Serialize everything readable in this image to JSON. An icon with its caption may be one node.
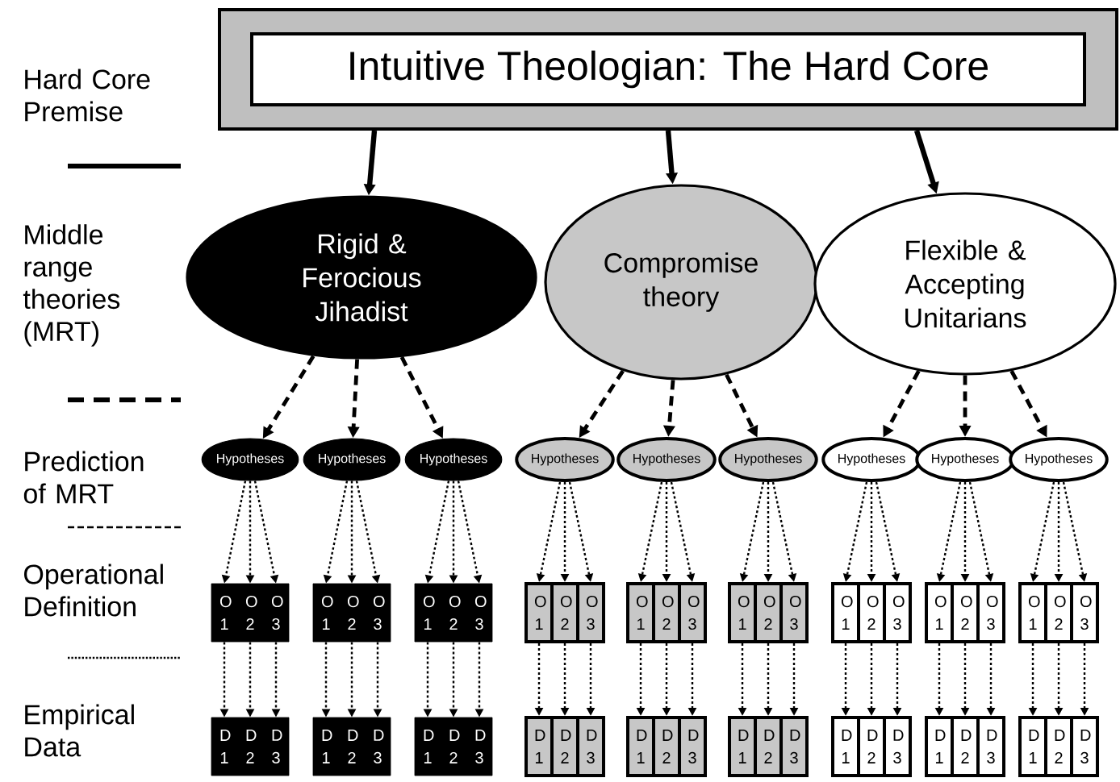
{
  "diagram": {
    "nodes": [
      {
        "text": [
          "Intuitive Theologian: The Hard Core"
        ]
      },
      {
        "text": [
          "Rigid & Ferocious Jihadist"
        ]
      },
      {
        "text": [
          "Compromise theory"
        ]
      },
      {
        "text": [
          "Flexible & Accepting Unitarians"
        ]
      },
      {
        "text": [
          "Hypotheses"
        ]
      },
      {
        "text": [
          "Hypotheses"
        ]
      },
      {
        "text": [
          "Hypotheses"
        ]
      },
      {
        "text": [
          "Hypotheses"
        ]
      },
      {
        "text": [
          "Hypotheses"
        ]
      },
      {
        "text": [
          "Hypotheses"
        ]
      },
      {
        "text": [
          "Hypotheses"
        ]
      },
      {
        "text": [
          "Hypotheses"
        ]
      },
      {
        "text": [
          "Hypotheses"
        ]
      },
      {
        "text": [
          "O 1"
        ]
      },
      {
        "text": [
          "O 2"
        ]
      },
      {
        "text": [
          "O 3"
        ]
      },
      {
        "text": [
          "O 1"
        ]
      },
      {
        "text": [
          "O 2"
        ]
      },
      {
        "text": [
          "O 3"
        ]
      },
      {
        "text": [
          "O 1"
        ]
      },
      {
        "text": [
          "O 2"
        ]
      },
      {
        "text": [
          "O 3"
        ]
      },
      {
        "text": [
          "O 1"
        ]
      },
      {
        "text": [
          "O 2"
        ]
      },
      {
        "text": [
          "O 3"
        ]
      },
      {
        "text": [
          "O 1"
        ]
      },
      {
        "text": [
          "O 2"
        ]
      },
      {
        "text": [
          "O 3"
        ]
      },
      {
        "text": [
          "O 1"
        ]
      },
      {
        "text": [
          "O 2"
        ]
      },
      {
        "text": [
          "O 3"
        ]
      },
      {
        "text": [
          "O 1"
        ]
      },
      {
        "text": [
          "O 2"
        ]
      },
      {
        "text": [
          "O 3"
        ]
      },
      {
        "text": [
          "O 1"
        ]
      },
      {
        "text": [
          "O 2"
        ]
      },
      {
        "text": [
          "O 3"
        ]
      },
      {
        "text": [
          "O 1"
        ]
      },
      {
        "text": [
          "O 2"
        ]
      },
      {
        "text": [
          "O 3"
        ]
      },
      {
        "text": [
          "D 1"
        ]
      },
      {
        "text": [
          "D 2"
        ]
      },
      {
        "text": [
          "D 3"
        ]
      },
      {
        "text": [
          "D 1"
        ]
      },
      {
        "text": [
          "D 2"
        ]
      },
      {
        "text": [
          "D 3"
        ]
      },
      {
        "text": [
          "D 1"
        ]
      },
      {
        "text": [
          "D 2"
        ]
      },
      {
        "text": [
          "D 3"
        ]
      },
      {
        "text": [
          "D 1"
        ]
      },
      {
        "text": [
          "D 2"
        ]
      },
      {
        "text": [
          "D 3"
        ]
      },
      {
        "text": [
          "D 1"
        ]
      },
      {
        "text": [
          "D 2"
        ]
      },
      {
        "text": [
          "D 3"
        ]
      },
      {
        "text": [
          "D 1"
        ]
      },
      {
        "text": [
          "D 2"
        ]
      },
      {
        "text": [
          "D 3"
        ]
      },
      {
        "text": [
          "D 1"
        ]
      },
      {
        "text": [
          "D 2"
        ]
      },
      {
        "text": [
          "D 3"
        ]
      },
      {
        "text": [
          "D 1"
        ]
      },
      {
        "text": [
          "D 2"
        ]
      },
      {
        "text": [
          "D 3"
        ]
      },
      {
        "text": [
          "D 1"
        ]
      },
      {
        "text": [
          "D 2"
        ]
      },
      {
        "text": [
          "D 3"
        ]
      }
    ],
    "edges": [
      {
        "from": 0,
        "to": 1,
        "arrow": "to",
        "style": "thick"
      },
      {
        "from": 0,
        "to": 2,
        "arrow": "to",
        "style": "thick"
      },
      {
        "from": 0,
        "to": 3,
        "arrow": "to",
        "style": "thick"
      },
      {
        "from": 1,
        "to": 4,
        "arrow": "to",
        "style": "dashed"
      },
      {
        "from": 1,
        "to": 5,
        "arrow": "to",
        "style": "dashed"
      },
      {
        "from": 1,
        "to": 6,
        "arrow": "to",
        "style": "dashed"
      },
      {
        "from": 2,
        "to": 7,
        "arrow": "to",
        "style": "dashed"
      },
      {
        "from": 2,
        "to": 8,
        "arrow": "to",
        "style": "dashed"
      },
      {
        "from": 2,
        "to": 9,
        "arrow": "to",
        "style": "dashed"
      },
      {
        "from": 3,
        "to": 10,
        "arrow": "to",
        "style": "dashed"
      },
      {
        "from": 3,
        "to": 11,
        "arrow": "to",
        "style": "dashed"
      },
      {
        "from": 3,
        "to": 12,
        "arrow": "to",
        "style": "dashed"
      },
      {
        "from": 4,
        "to": 13,
        "arrow": "to",
        "style": "dashed"
      },
      {
        "from": 4,
        "to": 14,
        "arrow": "to",
        "style": "dashed"
      },
      {
        "from": 4,
        "to": 15,
        "arrow": "to",
        "style": "dashed"
      },
      {
        "from": 5,
        "to": 16,
        "arrow": "to",
        "style": "dashed"
      },
      {
        "from": 5,
        "to": 17,
        "arrow": "to",
        "style": "dashed"
      },
      {
        "from": 5,
        "to": 18,
        "arrow": "to",
        "style": "dashed"
      },
      {
        "from": 6,
        "to": 19,
        "arrow": "to",
        "style": "dashed"
      },
      {
        "from": 6,
        "to": 20,
        "arrow": "to",
        "style": "dashed"
      },
      {
        "from": 6,
        "to": 21,
        "arrow": "to",
        "style": "dashed"
      },
      {
        "from": 7,
        "to": 22,
        "arrow": "to",
        "style": "dashed"
      },
      {
        "from": 7,
        "to": 23,
        "arrow": "to",
        "style": "dashed"
      },
      {
        "from": 7,
        "to": 24,
        "arrow": "to",
        "style": "dashed"
      },
      {
        "from": 8,
        "to": 25,
        "arrow": "to",
        "style": "dashed"
      },
      {
        "from": 8,
        "to": 26,
        "arrow": "to",
        "style": "dashed"
      },
      {
        "from": 8,
        "to": 27,
        "arrow": "to",
        "style": "dashed"
      },
      {
        "from": 9,
        "to": 28,
        "arrow": "to",
        "style": "dashed"
      },
      {
        "from": 9,
        "to": 29,
        "arrow": "to",
        "style": "dashed"
      },
      {
        "from": 9,
        "to": 30,
        "arrow": "to",
        "style": "dashed"
      },
      {
        "from": 10,
        "to": 31,
        "arrow": "to",
        "style": "dashed"
      },
      {
        "from": 10,
        "to": 32,
        "arrow": "to",
        "style": "dashed"
      },
      {
        "from": 10,
        "to": 33,
        "arrow": "to",
        "style": "dashed"
      },
      {
        "from": 11,
        "to": 34,
        "arrow": "to",
        "style": "dashed"
      },
      {
        "from": 11,
        "to": 35,
        "arrow": "to",
        "style": "dashed"
      },
      {
        "from": 11,
        "to": 36,
        "arrow": "to",
        "style": "dashed"
      },
      {
        "from": 12,
        "to": 37,
        "arrow": "to",
        "style": "dashed"
      },
      {
        "from": 12,
        "to": 38,
        "arrow": "to",
        "style": "dashed"
      },
      {
        "from": 12,
        "to": 39,
        "arrow": "to",
        "style": "dashed"
      },
      {
        "from": 13,
        "to": 40,
        "arrow": "to",
        "style": "dashed"
      },
      {
        "from": 14,
        "to": 41,
        "arrow": "to",
        "style": "dashed"
      },
      {
        "from": 15,
        "to": 42,
        "arrow": "to",
        "style": "dashed"
      },
      {
        "from": 16,
        "to": 43,
        "arrow": "to",
        "style": "dashed"
      },
      {
        "from": 17,
        "to": 44,
        "arrow": "to",
        "style": "dashed"
      },
      {
        "from": 18,
        "to": 45,
        "arrow": "to",
        "style": "dashed"
      },
      {
        "from": 19,
        "to": 46,
        "arrow": "to",
        "style": "dashed"
      },
      {
        "from": 20,
        "to": 47,
        "arrow": "to",
        "style": "dashed"
      },
      {
        "from": 21,
        "to": 48,
        "arrow": "to",
        "style": "dashed"
      },
      {
        "from": 22,
        "to": 49,
        "arrow": "to",
        "style": "dashed"
      },
      {
        "from": 23,
        "to": 50,
        "arrow": "to",
        "style": "dashed"
      },
      {
        "from": 24,
        "to": 51,
        "arrow": "to",
        "style": "dashed"
      },
      {
        "from": 25,
        "to": 52,
        "arrow": "to",
        "style": "dashed"
      },
      {
        "from": 26,
        "to": 53,
        "arrow": "to",
        "style": "dashed"
      },
      {
        "from": 27,
        "to": 54,
        "arrow": "to",
        "style": "dashed"
      },
      {
        "from": 28,
        "to": 55,
        "arrow": "to",
        "style": "dashed"
      },
      {
        "from": 29,
        "to": 56,
        "arrow": "to",
        "style": "dashed"
      },
      {
        "from": 30,
        "to": 57,
        "arrow": "to",
        "style": "dashed"
      },
      {
        "from": 31,
        "to": 58,
        "arrow": "to",
        "style": "dashed"
      },
      {
        "from": 32,
        "to": 59,
        "arrow": "to",
        "style": "dashed"
      },
      {
        "from": 33,
        "to": 60,
        "arrow": "to",
        "style": "dashed"
      },
      {
        "from": 34,
        "to": 61,
        "arrow": "to",
        "style": "dashed"
      },
      {
        "from": 35,
        "to": 62,
        "arrow": "to",
        "style": "dashed"
      },
      {
        "from": 36,
        "to": 63,
        "arrow": "to",
        "style": "dashed"
      },
      {
        "from": 37,
        "to": 64,
        "arrow": "to",
        "style": "dashed"
      },
      {
        "from": 38,
        "to": 65,
        "arrow": "to",
        "style": "dashed"
      },
      {
        "from": 39,
        "to": 66,
        "arrow": "to",
        "style": "dashed"
      }
    ],
    "labels": [
      "Hard Core Premise",
      "Middle range theories (MRT)",
      "Prediction of MRT",
      "Operational Definition",
      "Empirical Data"
    ]
  }
}
